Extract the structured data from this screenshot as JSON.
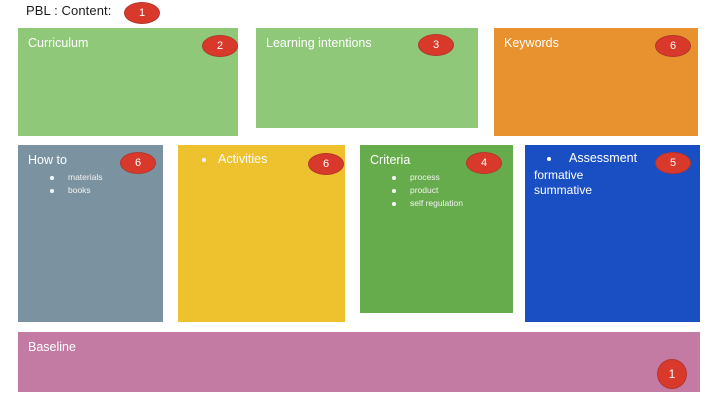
{
  "page": {
    "title": "PBL : Content:",
    "background": "#ffffff"
  },
  "badges": {
    "title": "1",
    "curriculum": "2",
    "learning_intentions": "3",
    "keywords": "6",
    "how_to": "6",
    "activities": "6",
    "criteria": "4",
    "assessment": "5",
    "baseline": "1",
    "color": "#d9392b"
  },
  "cards": {
    "curriculum": {
      "title": "Curriculum",
      "color": "#90c87a"
    },
    "learning_intentions": {
      "title": "Learning intentions",
      "color": "#90c87a"
    },
    "keywords": {
      "title": "Keywords",
      "color": "#e8912f"
    },
    "how_to": {
      "title": "How to",
      "color": "#7b93a0",
      "bullets": [
        "materials",
        "books"
      ]
    },
    "activities": {
      "title": "Activities",
      "color": "#edc22e"
    },
    "criteria": {
      "title": "Criteria",
      "color": "#66ac4c",
      "bullets": [
        "process",
        "product",
        "self regulation"
      ]
    },
    "assessment": {
      "title": "Assessment",
      "color": "#1a4fc4",
      "line2": "formative",
      "line3": "summative"
    },
    "baseline": {
      "title": "Baseline",
      "color": "#c47ba3"
    }
  }
}
